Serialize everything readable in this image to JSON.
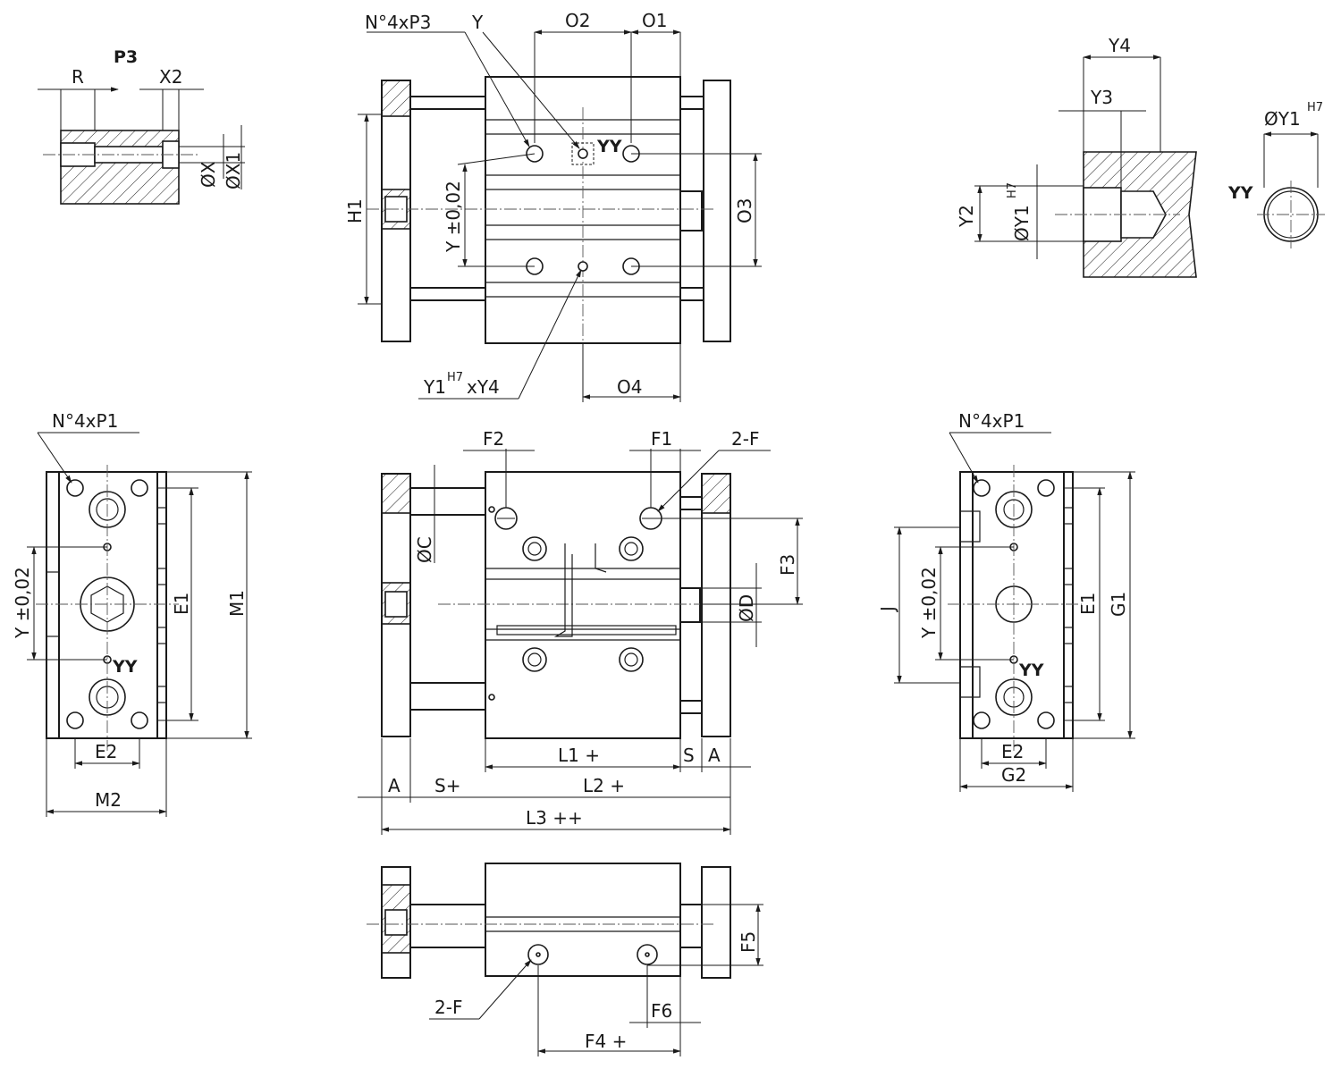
{
  "labels": {
    "p3": "P3",
    "r": "R",
    "x2": "X2",
    "dia_x": "ØX",
    "dia_x1": "ØX1",
    "n4p3": "N°4xP3",
    "y": "Y",
    "o2": "O2",
    "o1": "O1",
    "yy": "YY",
    "h1": "H1",
    "y_tol": "Y ±0,02",
    "o3": "O3",
    "y1": "Y1",
    "h7": "H7",
    "xy4": "xY4",
    "o4": "O4",
    "y4": "Y4",
    "y3": "Y3",
    "y2": "Y2",
    "dia_y1": "ØY1",
    "n4p1": "N°4xP1",
    "e1": "E1",
    "m1": "M1",
    "e2": "E2",
    "m2": "M2",
    "f2": "F2",
    "f1": "F1",
    "two_f": "2-F",
    "dia_c": "ØC",
    "f3": "F3",
    "dia_d": "ØD",
    "l1": "L1 +",
    "s": "S",
    "a": "A",
    "s_plus": "S+",
    "l2": "L2 +",
    "l3": "L3 ++",
    "j": "J",
    "g1": "G1",
    "g2": "G2",
    "f5": "F5",
    "f6": "F6",
    "f4": "F4 +"
  }
}
